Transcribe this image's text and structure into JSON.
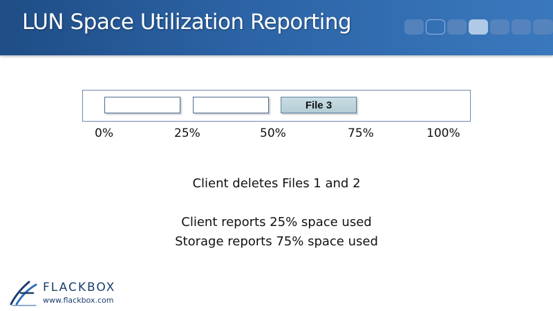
{
  "header": {
    "title": "LUN Space Utilization Reporting"
  },
  "lun_bar": {
    "file3_label": "File 3",
    "scale": [
      "0%",
      "25%",
      "50%",
      "75%",
      "100%"
    ]
  },
  "messages": {
    "line1": "Client deletes Files 1 and 2",
    "line2": "Client reports 25% space used",
    "line3": "Storage reports 75% space used"
  },
  "logo": {
    "name": "FLACKBOX",
    "url": "www.flackbox.com"
  },
  "colors": {
    "header_blue": "#2c64a6",
    "file_fill": "#b2cdd5",
    "logo_navy": "#1b3d6e"
  }
}
